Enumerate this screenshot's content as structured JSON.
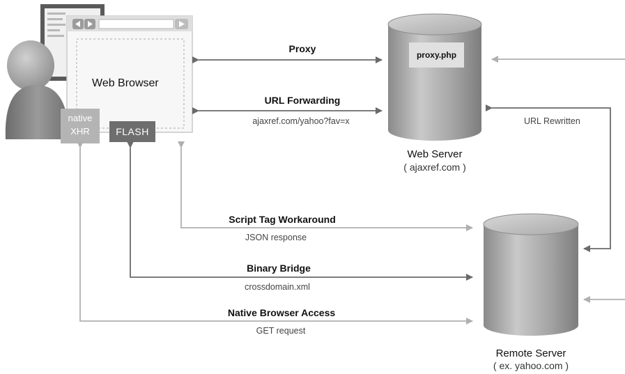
{
  "browser": {
    "title": "Web Browser",
    "native_line1": "native",
    "native_line2": "XHR",
    "flash": "FLASH"
  },
  "web_server": {
    "name": "Web Server",
    "domain": "( ajaxref.com )",
    "file": "proxy.php"
  },
  "remote_server": {
    "name": "Remote Server",
    "domain": "( ex. yahoo.com )"
  },
  "connections": {
    "proxy": {
      "label": "Proxy"
    },
    "url_forwarding": {
      "label": "URL Forwarding",
      "sub": "ajaxref.com/yahoo?fav=x"
    },
    "url_rewritten": {
      "label": "URL Rewritten"
    },
    "script_tag": {
      "label": "Script Tag Workaround",
      "sub": "JSON response"
    },
    "binary_bridge": {
      "label": "Binary Bridge",
      "sub": "crossdomain.xml"
    },
    "native_access": {
      "label": "Native Browser Access",
      "sub": "GET request"
    }
  },
  "colors": {
    "dark_arrow": "#6a6a6a",
    "light_arrow": "#b8b8b8",
    "flash_box": "#6e6e6e",
    "native_box": "#b4b4b4"
  }
}
